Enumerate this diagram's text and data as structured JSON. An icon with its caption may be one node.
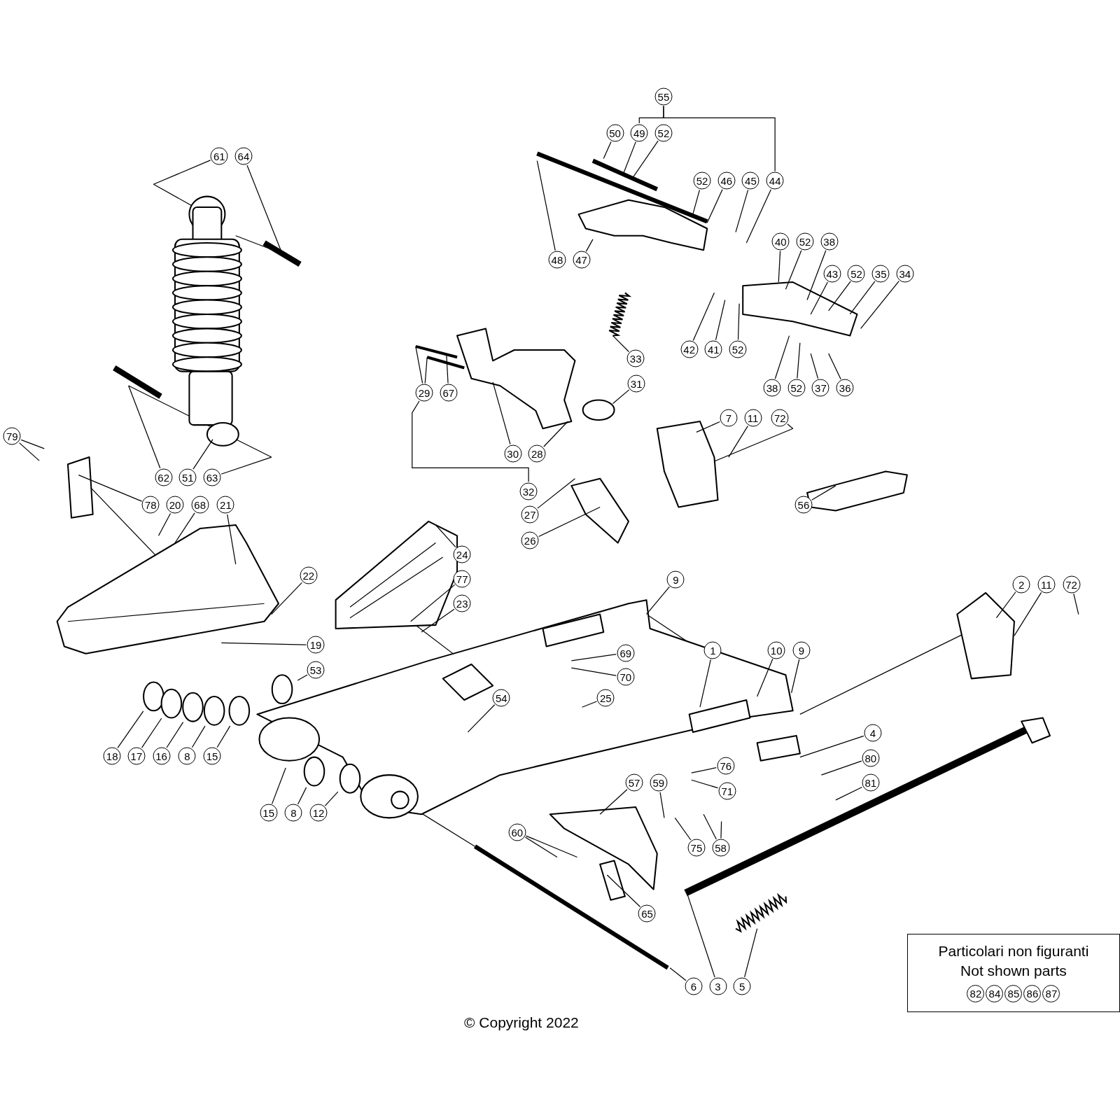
{
  "diagram": {
    "nodes": [
      {
        "text": [
          "55"
        ]
      },
      {
        "text": [
          "50"
        ]
      },
      {
        "text": [
          "49"
        ]
      },
      {
        "text": [
          "52"
        ]
      },
      {
        "text": [
          "61"
        ]
      },
      {
        "text": [
          "64"
        ]
      },
      {
        "text": [
          "52"
        ]
      },
      {
        "text": [
          "46"
        ]
      },
      {
        "text": [
          "45"
        ]
      },
      {
        "text": [
          "44"
        ]
      },
      {
        "text": [
          "48"
        ]
      },
      {
        "text": [
          "47"
        ]
      },
      {
        "text": [
          "40"
        ]
      },
      {
        "text": [
          "52"
        ]
      },
      {
        "text": [
          "38"
        ]
      },
      {
        "text": [
          "43"
        ]
      },
      {
        "text": [
          "52"
        ]
      },
      {
        "text": [
          "35"
        ]
      },
      {
        "text": [
          "34"
        ]
      },
      {
        "text": [
          "33"
        ]
      },
      {
        "text": [
          "42"
        ]
      },
      {
        "text": [
          "41"
        ]
      },
      {
        "text": [
          "52"
        ]
      },
      {
        "text": [
          "29"
        ]
      },
      {
        "text": [
          "67"
        ]
      },
      {
        "text": [
          "31"
        ]
      },
      {
        "text": [
          "38"
        ]
      },
      {
        "text": [
          "52"
        ]
      },
      {
        "text": [
          "37"
        ]
      },
      {
        "text": [
          "36"
        ]
      },
      {
        "text": [
          "79"
        ]
      },
      {
        "text": [
          "7"
        ]
      },
      {
        "text": [
          "11"
        ]
      },
      {
        "text": [
          "72"
        ]
      },
      {
        "text": [
          "30"
        ]
      },
      {
        "text": [
          "28"
        ]
      },
      {
        "text": [
          "62"
        ]
      },
      {
        "text": [
          "51"
        ]
      },
      {
        "text": [
          "63"
        ]
      },
      {
        "text": [
          "32"
        ]
      },
      {
        "text": [
          "56"
        ]
      },
      {
        "text": [
          "78"
        ]
      },
      {
        "text": [
          "20"
        ]
      },
      {
        "text": [
          "68"
        ]
      },
      {
        "text": [
          "21"
        ]
      },
      {
        "text": [
          "27"
        ]
      },
      {
        "text": [
          "26"
        ]
      },
      {
        "text": [
          "24"
        ]
      },
      {
        "text": [
          "22"
        ]
      },
      {
        "text": [
          "77"
        ]
      },
      {
        "text": [
          "9"
        ]
      },
      {
        "text": [
          "2"
        ]
      },
      {
        "text": [
          "11"
        ]
      },
      {
        "text": [
          "72"
        ]
      },
      {
        "text": [
          "23"
        ]
      },
      {
        "text": [
          "19"
        ]
      },
      {
        "text": [
          "1"
        ]
      },
      {
        "text": [
          "10"
        ]
      },
      {
        "text": [
          "9"
        ]
      },
      {
        "text": [
          "69"
        ]
      },
      {
        "text": [
          "53"
        ]
      },
      {
        "text": [
          "70"
        ]
      },
      {
        "text": [
          "54"
        ]
      },
      {
        "text": [
          "25"
        ]
      },
      {
        "text": [
          "18"
        ]
      },
      {
        "text": [
          "17"
        ]
      },
      {
        "text": [
          "16"
        ]
      },
      {
        "text": [
          "8"
        ]
      },
      {
        "text": [
          "15"
        ]
      },
      {
        "text": [
          "4"
        ]
      },
      {
        "text": [
          "80"
        ]
      },
      {
        "text": [
          "76"
        ]
      },
      {
        "text": [
          "57"
        ]
      },
      {
        "text": [
          "59"
        ]
      },
      {
        "text": [
          "71"
        ]
      },
      {
        "text": [
          "81"
        ]
      },
      {
        "text": [
          "15"
        ]
      },
      {
        "text": [
          "8"
        ]
      },
      {
        "text": [
          "12"
        ]
      },
      {
        "text": [
          "60"
        ]
      },
      {
        "text": [
          "75"
        ]
      },
      {
        "text": [
          "58"
        ]
      },
      {
        "text": [
          "65"
        ]
      },
      {
        "text": [
          "6"
        ]
      },
      {
        "text": [
          "3"
        ]
      },
      {
        "text": [
          "5"
        ]
      },
      {
        "text": [
          "Particolari non figuranti",
          "Not shown parts"
        ]
      },
      {
        "text": [
          "82"
        ],
        "in": 86
      },
      {
        "text": [
          "84"
        ],
        "in": 86
      },
      {
        "text": [
          "85"
        ],
        "in": 86
      },
      {
        "text": [
          "86"
        ],
        "in": 86
      },
      {
        "text": [
          "87"
        ],
        "in": 86
      }
    ],
    "edges": [
      {
        "from": 0,
        "to": 2,
        "arrow": "none"
      },
      {
        "from": 0,
        "to": 9,
        "arrow": "none"
      },
      {
        "from": 1,
        "to": null,
        "arrow": "none"
      },
      {
        "from": 2,
        "to": null,
        "arrow": "none"
      },
      {
        "from": 3,
        "to": null,
        "arrow": "none"
      },
      {
        "from": 4,
        "to": null,
        "arrow": "none"
      },
      {
        "from": 5,
        "to": null,
        "arrow": "none"
      },
      {
        "from": 6,
        "to": null,
        "arrow": "none"
      },
      {
        "from": 7,
        "to": null,
        "arrow": "none"
      },
      {
        "from": 8,
        "to": null,
        "arrow": "none"
      },
      {
        "from": 9,
        "to": null,
        "arrow": "none"
      },
      {
        "from": 10,
        "to": null,
        "arrow": "none"
      },
      {
        "from": 11,
        "to": null,
        "arrow": "none"
      },
      {
        "from": 12,
        "to": null,
        "arrow": "none"
      },
      {
        "from": 13,
        "to": null,
        "arrow": "none"
      },
      {
        "from": 14,
        "to": null,
        "arrow": "none"
      },
      {
        "from": 15,
        "to": null,
        "arrow": "none"
      },
      {
        "from": 16,
        "to": null,
        "arrow": "none"
      },
      {
        "from": 17,
        "to": null,
        "arrow": "none"
      },
      {
        "from": 18,
        "to": null,
        "arrow": "none"
      },
      {
        "from": 19,
        "to": null,
        "arrow": "none"
      },
      {
        "from": 20,
        "to": null,
        "arrow": "none"
      },
      {
        "from": 21,
        "to": null,
        "arrow": "none"
      },
      {
        "from": 22,
        "to": null,
        "arrow": "none"
      },
      {
        "from": 23,
        "to": null,
        "arrow": "none"
      },
      {
        "from": 23,
        "to": null,
        "arrow": "none"
      },
      {
        "from": 24,
        "to": null,
        "arrow": "none"
      },
      {
        "from": 25,
        "to": null,
        "arrow": "none"
      },
      {
        "from": 26,
        "to": null,
        "arrow": "none"
      },
      {
        "from": 27,
        "to": null,
        "arrow": "none"
      },
      {
        "from": 28,
        "to": null,
        "arrow": "none"
      },
      {
        "from": 29,
        "to": null,
        "arrow": "none"
      },
      {
        "from": 30,
        "to": null,
        "arrow": "none"
      },
      {
        "from": 30,
        "to": null,
        "arrow": "none"
      },
      {
        "from": 31,
        "to": null,
        "arrow": "none"
      },
      {
        "from": 32,
        "to": null,
        "arrow": "none"
      },
      {
        "from": 33,
        "to": null,
        "arrow": "none"
      },
      {
        "from": 34,
        "to": null,
        "arrow": "none"
      },
      {
        "from": 35,
        "to": null,
        "arrow": "none"
      },
      {
        "from": 36,
        "to": null,
        "arrow": "none"
      },
      {
        "from": 37,
        "to": null,
        "arrow": "none"
      },
      {
        "from": 38,
        "to": null,
        "arrow": "none"
      },
      {
        "from": 39,
        "to": 23,
        "arrow": "none"
      },
      {
        "from": 40,
        "to": null,
        "arrow": "none"
      },
      {
        "from": 41,
        "to": null,
        "arrow": "none"
      },
      {
        "from": 42,
        "to": null,
        "arrow": "none"
      },
      {
        "from": 43,
        "to": null,
        "arrow": "none"
      },
      {
        "from": 44,
        "to": null,
        "arrow": "none"
      },
      {
        "from": 45,
        "to": null,
        "arrow": "none"
      },
      {
        "from": 46,
        "to": null,
        "arrow": "none"
      },
      {
        "from": 47,
        "to": null,
        "arrow": "none"
      },
      {
        "from": 48,
        "to": null,
        "arrow": "none"
      },
      {
        "from": 49,
        "to": null,
        "arrow": "none"
      },
      {
        "from": 50,
        "to": null,
        "arrow": "none"
      },
      {
        "from": 51,
        "to": null,
        "arrow": "none"
      },
      {
        "from": 52,
        "to": null,
        "arrow": "none"
      },
      {
        "from": 53,
        "to": null,
        "arrow": "none"
      },
      {
        "from": 54,
        "to": null,
        "arrow": "none"
      },
      {
        "from": 55,
        "to": null,
        "arrow": "none"
      },
      {
        "from": 56,
        "to": null,
        "arrow": "none"
      },
      {
        "from": 57,
        "to": null,
        "arrow": "none"
      },
      {
        "from": 58,
        "to": null,
        "arrow": "none"
      },
      {
        "from": 59,
        "to": null,
        "arrow": "none"
      },
      {
        "from": 60,
        "to": null,
        "arrow": "none"
      },
      {
        "from": 61,
        "to": null,
        "arrow": "none"
      },
      {
        "from": 62,
        "to": null,
        "arrow": "none"
      },
      {
        "from": 63,
        "to": null,
        "arrow": "none"
      },
      {
        "from": 64,
        "to": null,
        "arrow": "none"
      },
      {
        "from": 65,
        "to": null,
        "arrow": "none"
      },
      {
        "from": 66,
        "to": null,
        "arrow": "none"
      },
      {
        "from": 67,
        "to": null,
        "arrow": "none"
      },
      {
        "from": 68,
        "to": null,
        "arrow": "none"
      },
      {
        "from": 69,
        "to": null,
        "arrow": "none"
      },
      {
        "from": 70,
        "to": null,
        "arrow": "none"
      },
      {
        "from": 71,
        "to": null,
        "arrow": "none"
      },
      {
        "from": 72,
        "to": null,
        "arrow": "none"
      },
      {
        "from": 73,
        "to": null,
        "arrow": "none"
      },
      {
        "from": 74,
        "to": null,
        "arrow": "none"
      },
      {
        "from": 75,
        "to": null,
        "arrow": "none"
      },
      {
        "from": 76,
        "to": null,
        "arrow": "none"
      },
      {
        "from": 77,
        "to": null,
        "arrow": "none"
      },
      {
        "from": 78,
        "to": null,
        "arrow": "none"
      },
      {
        "from": 79,
        "to": null,
        "arrow": "none"
      },
      {
        "from": 79,
        "to": null,
        "arrow": "none"
      },
      {
        "from": 80,
        "to": null,
        "arrow": "none"
      },
      {
        "from": 81,
        "to": null,
        "arrow": "none"
      },
      {
        "from": 81,
        "to": null,
        "arrow": "none"
      },
      {
        "from": 82,
        "to": null,
        "arrow": "none"
      },
      {
        "from": 83,
        "to": null,
        "arrow": "none"
      },
      {
        "from": 84,
        "to": null,
        "arrow": "none"
      },
      {
        "from": 85,
        "to": null,
        "arrow": "none"
      }
    ],
    "labels": [
      "© Copyright 2022"
    ]
  }
}
